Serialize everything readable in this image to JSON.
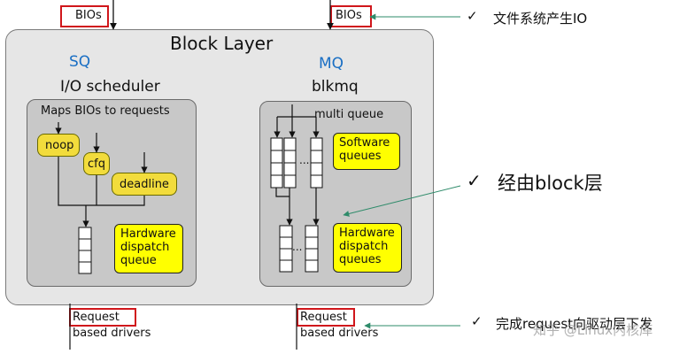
{
  "top": {
    "bios_left": "BIOs",
    "bios_right": "BIOs"
  },
  "block_layer": {
    "title": "Block Layer",
    "sq": {
      "label": "SQ",
      "title": "I/O scheduler",
      "sub": "Maps BIOs to requests",
      "noop": "noop",
      "cfq": "cfq",
      "deadline": "deadline",
      "hw_queue": [
        "Hardware",
        "dispatch",
        "queue"
      ]
    },
    "mq": {
      "label": "MQ",
      "title": "blkmq",
      "sub": "multi queue",
      "dots": "...",
      "sw_queues": [
        "Software",
        "queues"
      ],
      "hw_queues": [
        "Hardware",
        "dispatch",
        "queues"
      ]
    }
  },
  "bottom": {
    "request_left": "Request",
    "drivers_left": "based drivers",
    "request_right": "Request",
    "drivers_right": "based drivers"
  },
  "annotations": {
    "check": "✓",
    "fs_io": "文件系统产生IO",
    "via_block": "经由block层",
    "send_request": "完成request向驱动层下发"
  },
  "watermark": "知乎 @Linux内核库",
  "colors": {
    "red": "#d0161b",
    "blue": "#1a6fc4",
    "green_arrow": "#2e8b6a",
    "yellow": "#ffff00",
    "amber": "#f2dc3c"
  }
}
